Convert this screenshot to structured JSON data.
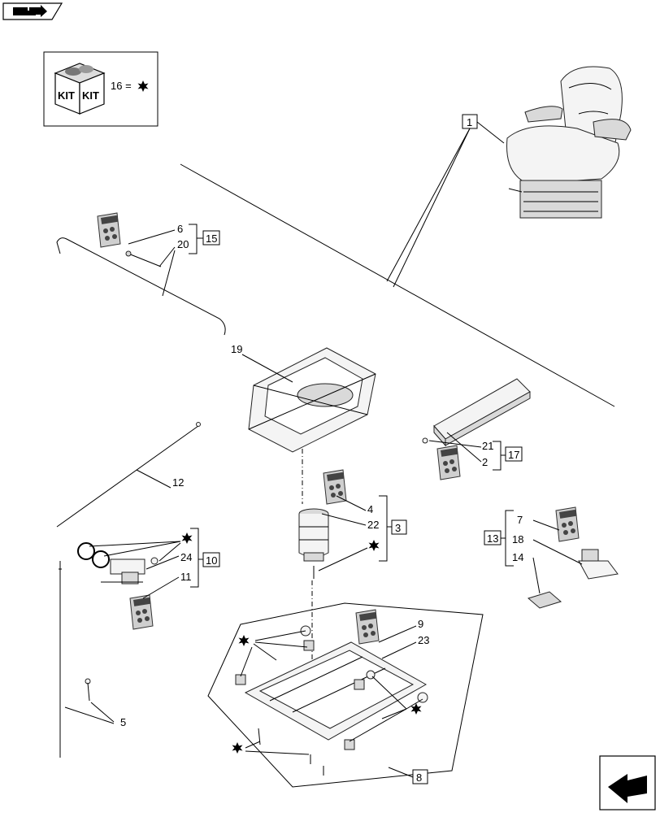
{
  "kit": {
    "box_label": "KIT",
    "equation": "16 ="
  },
  "callouts": {
    "c1": "1",
    "c2": "2",
    "c3": "3",
    "c4": "4",
    "c5": "5",
    "c6": "6",
    "c7": "7",
    "c8": "8",
    "c9": "9",
    "c10": "10",
    "c11": "11",
    "c12": "12",
    "c13": "13",
    "c14": "14",
    "c15": "15",
    "c17": "17",
    "c18": "18",
    "c19": "19",
    "c20": "20",
    "c21": "21",
    "c22": "22",
    "c23": "23",
    "c24": "24"
  },
  "icons": {
    "top_left": "tractor-section-icon",
    "bottom_right": "next-page-arrow-icon",
    "kit_marker": "star-marker-icon",
    "ref_manual": "reference-manual-icon"
  }
}
